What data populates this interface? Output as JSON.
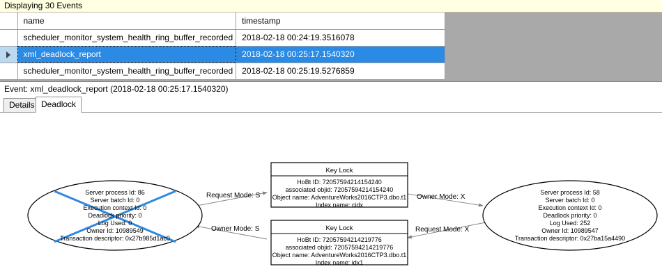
{
  "banner": {
    "text": "Displaying 30 Events"
  },
  "grid": {
    "columns": [
      "",
      "name",
      "timestamp"
    ],
    "rows": [
      {
        "marker": "",
        "name": "scheduler_monitor_system_health_ring_buffer_recorded",
        "timestamp": "2018-02-18 00:24:19.3516078",
        "selected": false
      },
      {
        "marker": "▶",
        "name": "xml_deadlock_report",
        "timestamp": "2018-02-18 00:25:17.1540320",
        "selected": true
      },
      {
        "marker": "",
        "name": "scheduler_monitor_system_health_ring_buffer_recorded",
        "timestamp": "2018-02-18 00:25:19.5276859",
        "selected": false
      }
    ]
  },
  "event_caption": "Event: xml_deadlock_report (2018-02-18 00:25:17.1540320)",
  "tabs": [
    {
      "label": "Details",
      "active": false
    },
    {
      "label": "Deadlock",
      "active": true
    }
  ],
  "deadlock_graph": {
    "victim_marker_color": "#2f89e0",
    "processes": [
      {
        "id": "process-left",
        "is_victim": true,
        "lines": [
          "Server process Id: 86",
          "Server batch Id: 0",
          "Execution context Id: 0",
          "Deadlock priority: 0",
          "Log Used: 0",
          "Owner Id: 10989549",
          "Transaction descriptor: 0x27b985d1ac0"
        ]
      },
      {
        "id": "process-right",
        "is_victim": false,
        "lines": [
          "Server process Id: 58",
          "Server batch Id: 0",
          "Execution context Id: 0",
          "Deadlock priority: 0",
          "Log Used: 252",
          "Owner Id: 10989547",
          "Transaction descriptor: 0x27ba15a4490"
        ]
      }
    ],
    "resources": [
      {
        "id": "key-lock-top",
        "title": "Key Lock",
        "lines": [
          "HoBt ID: 72057594214154240",
          "associated objid: 72057594214154240",
          "Object name: AdventureWorks2016CTP3.dbo.t1",
          "Index name: cidx"
        ]
      },
      {
        "id": "key-lock-bottom",
        "title": "Key Lock",
        "lines": [
          "HoBt ID: 72057594214219776",
          "associated objid: 72057594214219776",
          "Object name: AdventureWorks2016CTP3.dbo.t1",
          "Index name: idx1"
        ]
      }
    ],
    "edges": [
      {
        "id": "edge-left-request",
        "label": "Request Mode: S"
      },
      {
        "id": "edge-right-owner",
        "label": "Owner Mode: X"
      },
      {
        "id": "edge-left-owner",
        "label": "Owner Mode: S"
      },
      {
        "id": "edge-right-request",
        "label": "Request Mode: X"
      }
    ]
  }
}
